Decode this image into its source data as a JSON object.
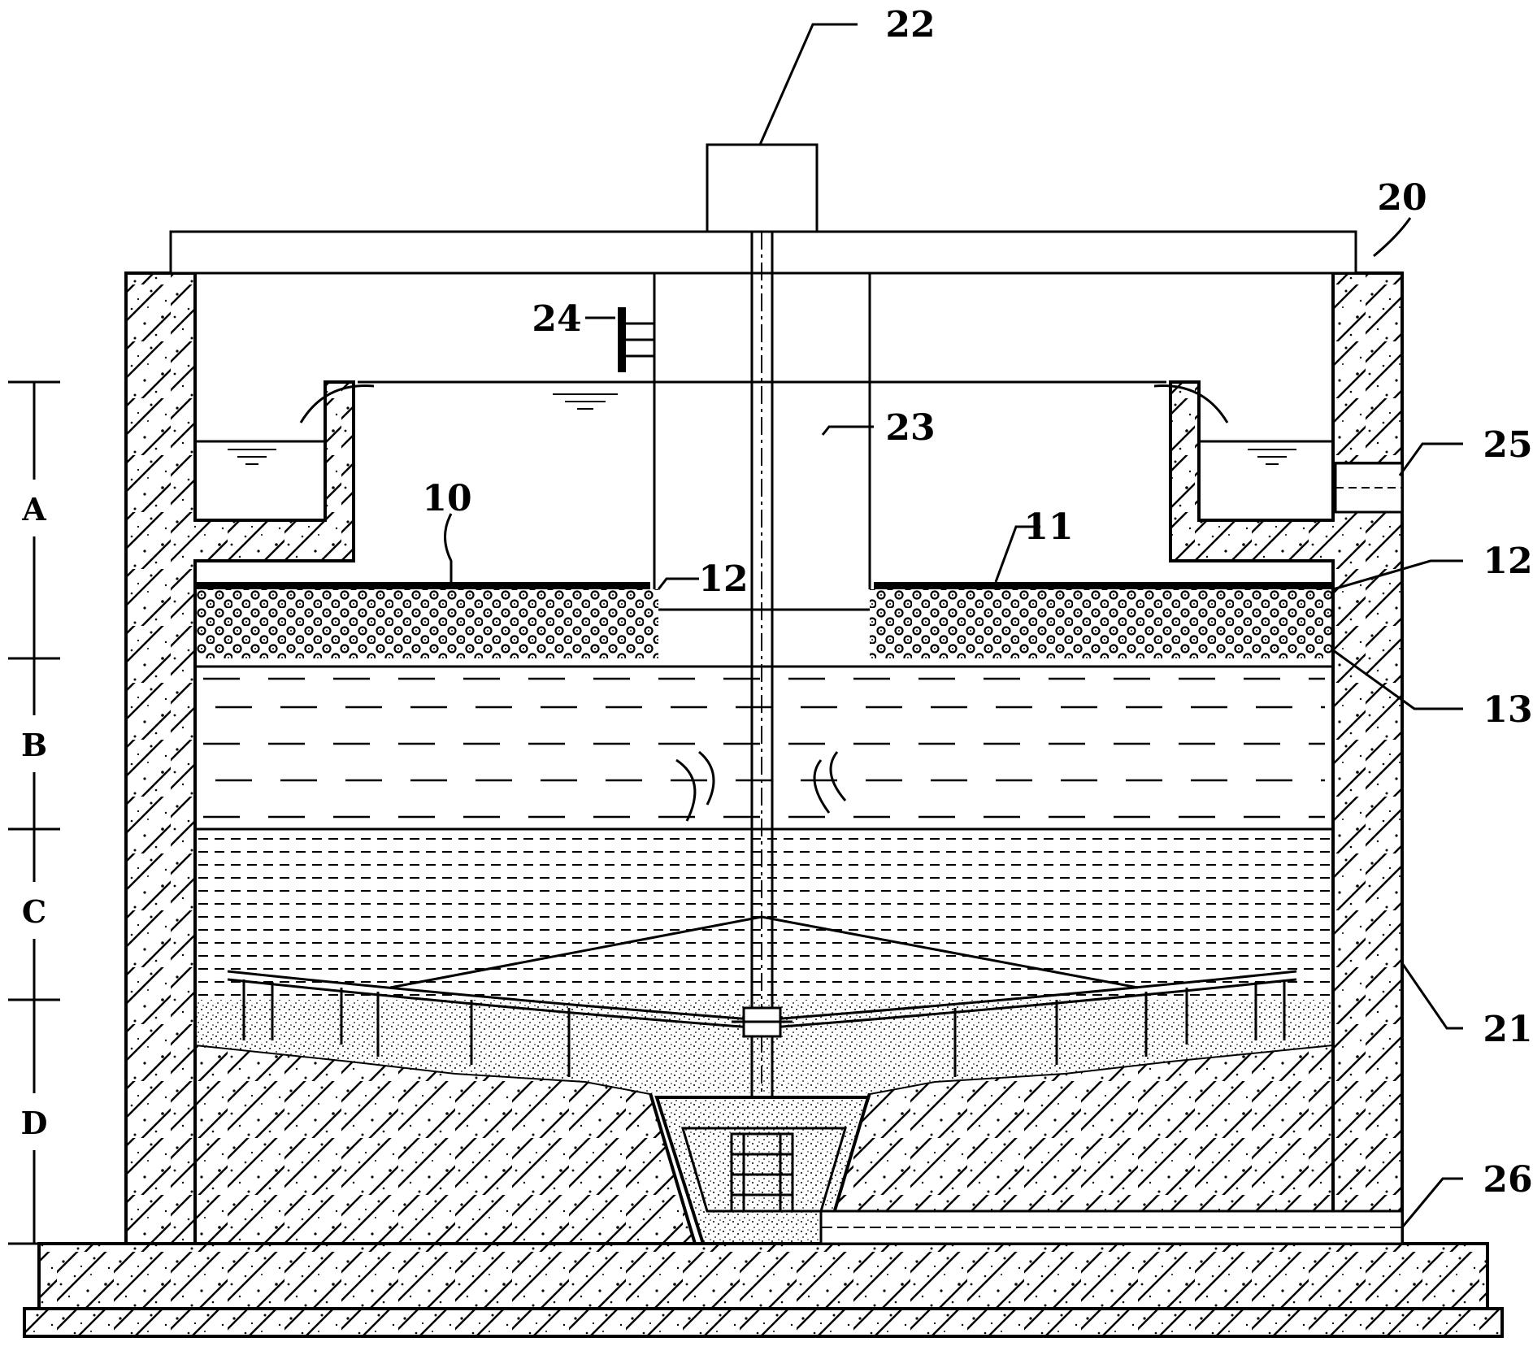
{
  "figure": {
    "labels": {
      "l10": "10",
      "l11": "11",
      "l12a": "12",
      "l12b": "12",
      "l13": "13",
      "l20": "20",
      "l21": "21",
      "l22": "22",
      "l23": "23",
      "l24": "24",
      "l25": "25",
      "l26": "26"
    },
    "zones": {
      "a": "A",
      "b": "B",
      "c": "C",
      "d": "D"
    }
  }
}
